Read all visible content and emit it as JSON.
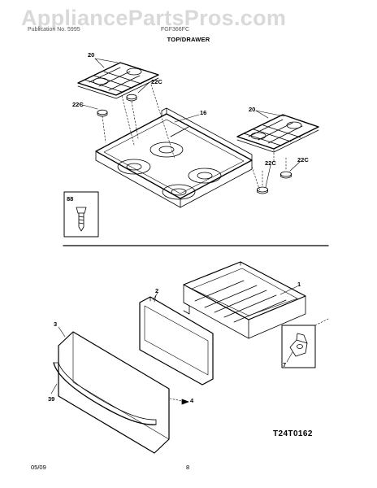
{
  "watermark": "AppliancePartsPros.com",
  "header": {
    "left_text": "Publication No. 5995",
    "right_text": "FGF366FC",
    "section_title": "TOP/DRAWER"
  },
  "callouts": {
    "grate_left": "20",
    "cap_left_right": "22C",
    "cap_left_left": "22C",
    "cooktop": "16",
    "grate_right": "20",
    "cap_right_left": "22C",
    "cap_right_right": "22C",
    "screw": "88",
    "drawer_body": "1",
    "drawer_panel": "2",
    "drawer_front": "3",
    "drawer_handle": "39",
    "drawer_part4": "4",
    "roller": "7"
  },
  "diagram_code": "T24T0162",
  "footer": {
    "date": "05/09",
    "page": "8"
  }
}
